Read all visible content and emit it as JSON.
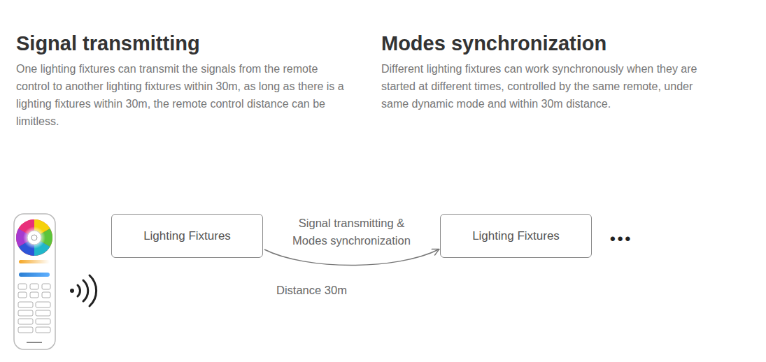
{
  "diagram": {
    "nodes": [
      {
        "text": [
          "Lighting Fixtures"
        ]
      },
      {
        "text": [
          "Lighting Fixtures"
        ]
      }
    ],
    "edges": [
      {
        "from": 0,
        "to": 1,
        "arrow": "to",
        "label": "Signal transmitting & Modes synchronization"
      }
    ],
    "labels": [
      "Signal transmitting",
      "One lighting fixtures can transmit the signals from the remote control to another lighting fixtures within 30m, as long as there is a lighting fixtures within 30m, the remote control distance can be limitless.",
      "Modes synchronization",
      "Different lighting fixtures can work synchronously when they are started at different times, controlled by the same remote, under same dynamic mode and within 30m distance.",
      "Distance 30m",
      "•••"
    ]
  }
}
